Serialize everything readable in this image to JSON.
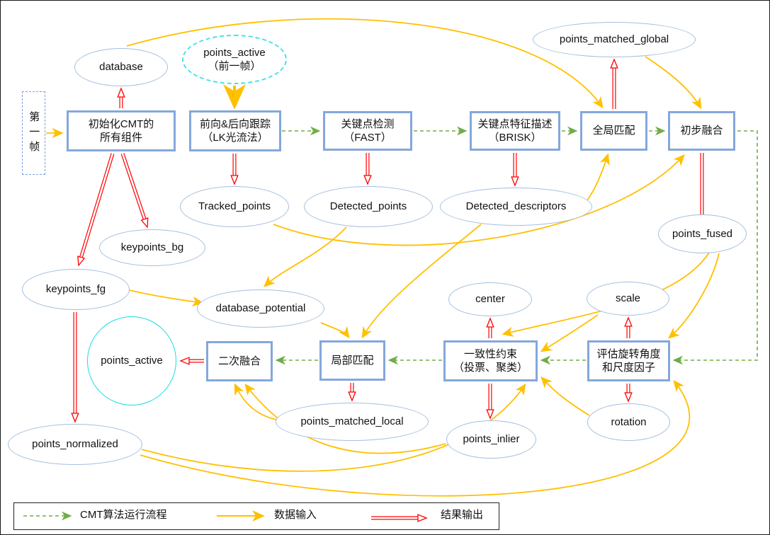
{
  "colors": {
    "flow_green": "#70AD47",
    "data_yellow": "#FFC000",
    "result_red": "#FF0000",
    "box_border": "#84A7DC",
    "ellipse_border": "#A3BFDF",
    "cyan_accent": "#17DFE0"
  },
  "boxes": {
    "first_frame": "第一帧",
    "init": "初始化CMT的\n所有组件",
    "tracking": "前向&后向跟踪\n（LK光流法）",
    "detect": "关键点检测\n（FAST）",
    "describe": "关键点特征描述\n（BRISK）",
    "global_match": "全局匹配",
    "fusion1": "初步融合",
    "fusion2": "二次融合",
    "local_match": "局部匹配",
    "consistency": "一致性约束\n（投票、聚类）",
    "estimate": "评估旋转角度\n和尺度因子"
  },
  "ellipses": {
    "database": "database",
    "points_active_prev": "points_active\n（前一帧）",
    "points_matched_global": "points_matched_global",
    "tracked_points": "Tracked_points",
    "detected_points": "Detected_points",
    "detected_descriptors": "Detected_descriptors",
    "points_fused": "points_fused",
    "keypoints_bg": "keypoints_bg",
    "keypoints_fg": "keypoints_fg",
    "database_potential": "database_potential",
    "center": "center",
    "scale": "scale",
    "points_active": "points_active",
    "points_matched_local": "points_matched_local",
    "points_inlier": "points_inlier",
    "rotation": "rotation",
    "points_normalized": "points_normalized"
  },
  "legend": {
    "flow": "CMT算法运行流程",
    "data_input": "数据输入",
    "result_output": "结果输出"
  }
}
